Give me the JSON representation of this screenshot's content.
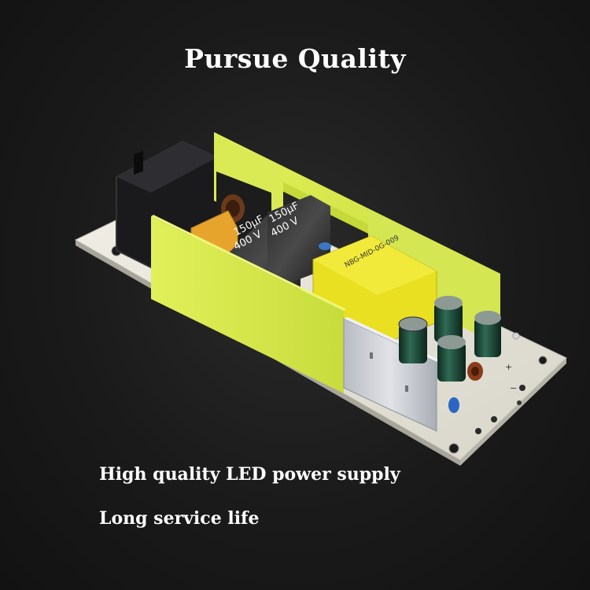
{
  "headline": "Pursue Quality",
  "captions": {
    "line1": "High quality LED power supply",
    "line2": "Long service life"
  },
  "product": {
    "subject": "open-frame LED power supply board",
    "colors": {
      "background": "#151515",
      "pcb": "#e8e6da",
      "insulator": "#d7e94a",
      "transformer": "#e9e021",
      "capacitor": "#1e4a3a",
      "heatsink": "#c9cbd0"
    },
    "component_markings": {
      "big_cap_a": "150µF 400 V",
      "big_cap_b": "150µF 400 V"
    }
  }
}
